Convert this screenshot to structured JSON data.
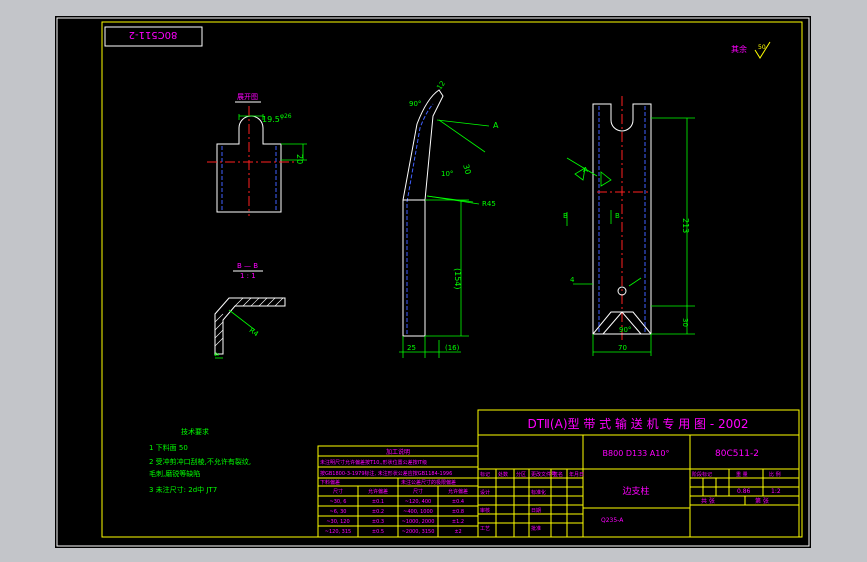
{
  "drawing": {
    "rev_stamp": "80C511-2",
    "roughness_note": "其余",
    "roughness_value": "50"
  },
  "colors": {
    "paper": "#c3c5c9",
    "background": "#000000",
    "border": "#ffff00",
    "dimension": "#00ff00",
    "outline": "#ffffff",
    "centerline": "#ff2020",
    "table_text": "#ff00ff",
    "hidden_line": "#4060ff"
  },
  "views": {
    "top_view_label": "展开图",
    "section_label": "B — B",
    "section_scale": "1 : 1"
  },
  "dimensions": {
    "d_19_5": "19.5",
    "d_r26": "φ26",
    "d_20": "20",
    "d_r4": "R4",
    "d_4_sec": "4",
    "d_90a": "90°",
    "d_12": "12",
    "d_a_arrow": "A",
    "d_30": "30",
    "d_10": "10°",
    "d_r45": "R45",
    "d_154": "(154)",
    "d_25": "25",
    "d_16": "(16)",
    "d_213": "213",
    "d_30b": "30",
    "d_70": "70",
    "d_90b": "90°",
    "d_b_left": "B",
    "d_b_right": "B",
    "d_4_side": "4",
    "d_a_view": "A"
  },
  "tech_requirements": {
    "title": "技术要求",
    "items": [
      "1  下料面  50",
      "2  受冲剪冲口刮棱,不允许有裂纹,",
      "   毛刺,磨锐等缺陷",
      "3  未注尺寸: 2d中 JT7"
    ]
  },
  "process_table": {
    "title": "加工说明",
    "row1": "未注明尺寸允许偏差按T10,,形状位置公差按IT级",
    "row2": "按GB1800-3-1979标注, 未注形状公差应按GB1184-1996",
    "row3_left": "下料偏差",
    "row3_right": "未注公差尺寸的极限偏差",
    "headers": [
      "尺寸",
      "允许偏差",
      "尺寸",
      "允许偏差"
    ],
    "rows": [
      [
        "~30, 6",
        "±0.1",
        "~120, 400",
        "±0.4"
      ],
      [
        "~6, 30",
        "±0.2",
        "~400, 1000",
        "±0.8"
      ],
      [
        "~30, 120",
        "±0.3",
        "~1000, 2000",
        "±1.2"
      ],
      [
        "~120, 315",
        "±0.5",
        "~2000, 3150",
        "±2"
      ]
    ]
  },
  "title_block": {
    "series_title": "DTⅡ(A)型  带 式 输 送 机 专 用 图 - 2002",
    "spec": "B800 D133 A10°",
    "drawing_no": "80C511-2",
    "part_name": "边支柱",
    "material": "Q235-A",
    "stage_label": "阶段标记",
    "weight_label": "重 量",
    "scale_label": "比 例",
    "weight_value": "0.86",
    "scale_value": "1:2",
    "sheet_total_label": "共   张",
    "sheet_label": "第   张",
    "rev_headers": [
      "标记",
      "处数",
      "分区",
      "更改文件号",
      "签名",
      "年月日"
    ],
    "sign_rows": [
      "设计",
      "审核",
      "工艺"
    ],
    "std_label": "标准化",
    "approve_label": "批准",
    "date_label": "日期"
  }
}
